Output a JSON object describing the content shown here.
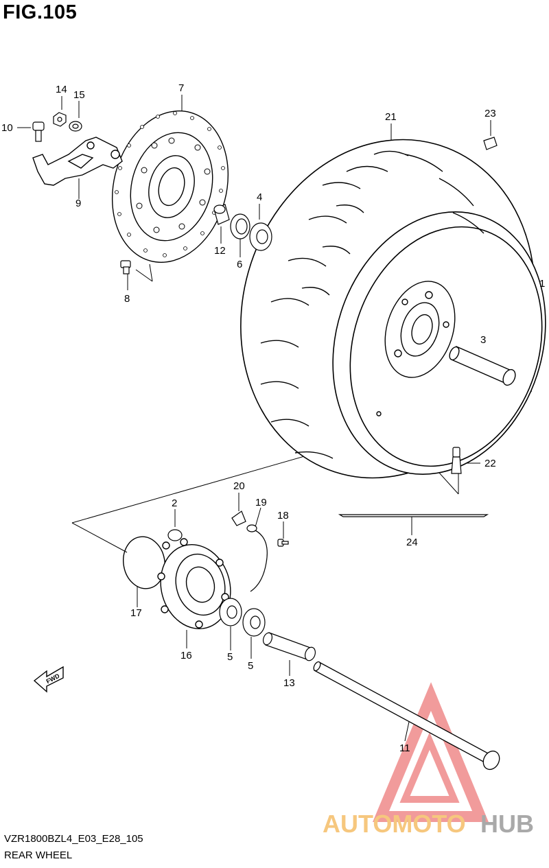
{
  "figure": {
    "title": "FIG.105"
  },
  "footer": {
    "model_code": "VZR1800BZL4_E03_E28_105",
    "section_name": "REAR WHEEL"
  },
  "fwd_badge": {
    "text": "FWD"
  },
  "watermark": {
    "brand_part1": "AUTOMOTO",
    "brand_part2": "HUB",
    "color_light": "#f6c77e",
    "color_dark": "#a9a9a9",
    "logo_color": "#ef8a8a"
  },
  "callouts": [
    "1",
    "2",
    "3",
    "4",
    "5",
    "5",
    "6",
    "7",
    "8",
    "9",
    "10",
    "11",
    "12",
    "13",
    "14",
    "15",
    "16",
    "17",
    "18",
    "19",
    "20",
    "21",
    "22",
    "23",
    "24"
  ],
  "colors": {
    "line": "#000000",
    "background": "#ffffff"
  }
}
